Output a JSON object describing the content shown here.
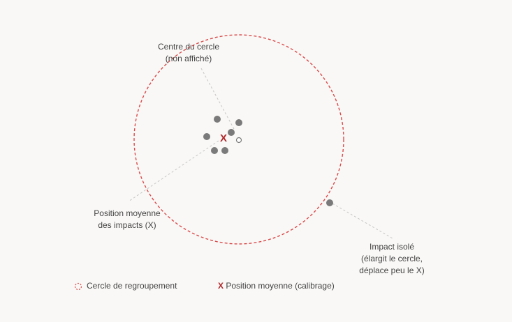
{
  "colors": {
    "background": "#f9f8f6",
    "circle": "#d94b4b",
    "impact": "#7a7a7a",
    "mean_marker": "#b0282a",
    "leader": "#c6c6c6",
    "text": "#444444"
  },
  "mean_marker": "X",
  "annotations": {
    "center": {
      "line1": "Centre du cercle",
      "line2": "(non affiché)"
    },
    "mean": {
      "line1": "Position moyenne",
      "line2": "des impacts (X)"
    },
    "outlier": {
      "line1": "Impact isolé",
      "line2": "(élargit le cercle,",
      "line3": "déplace peu le X)"
    }
  },
  "legend": {
    "circle_label": "Cercle de regroupement",
    "mean_symbol": "X",
    "mean_label": "Position moyenne (calibrage)"
  }
}
